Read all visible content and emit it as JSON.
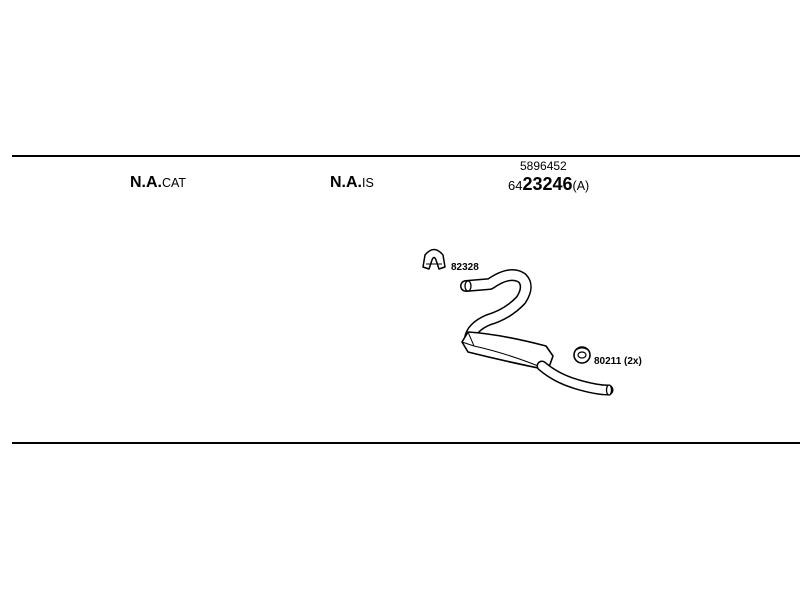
{
  "labels": {
    "na_cat": {
      "bold": "N.A.",
      "suffix": "CAT"
    },
    "na_is": {
      "bold": "N.A.",
      "suffix": "IS"
    }
  },
  "main_part": {
    "number_above": "5896452",
    "prefix": "64",
    "number": "23246",
    "suffix": "(A)"
  },
  "components": {
    "clamp_label": "82328",
    "mount_label": "80211 (2x)"
  }
}
